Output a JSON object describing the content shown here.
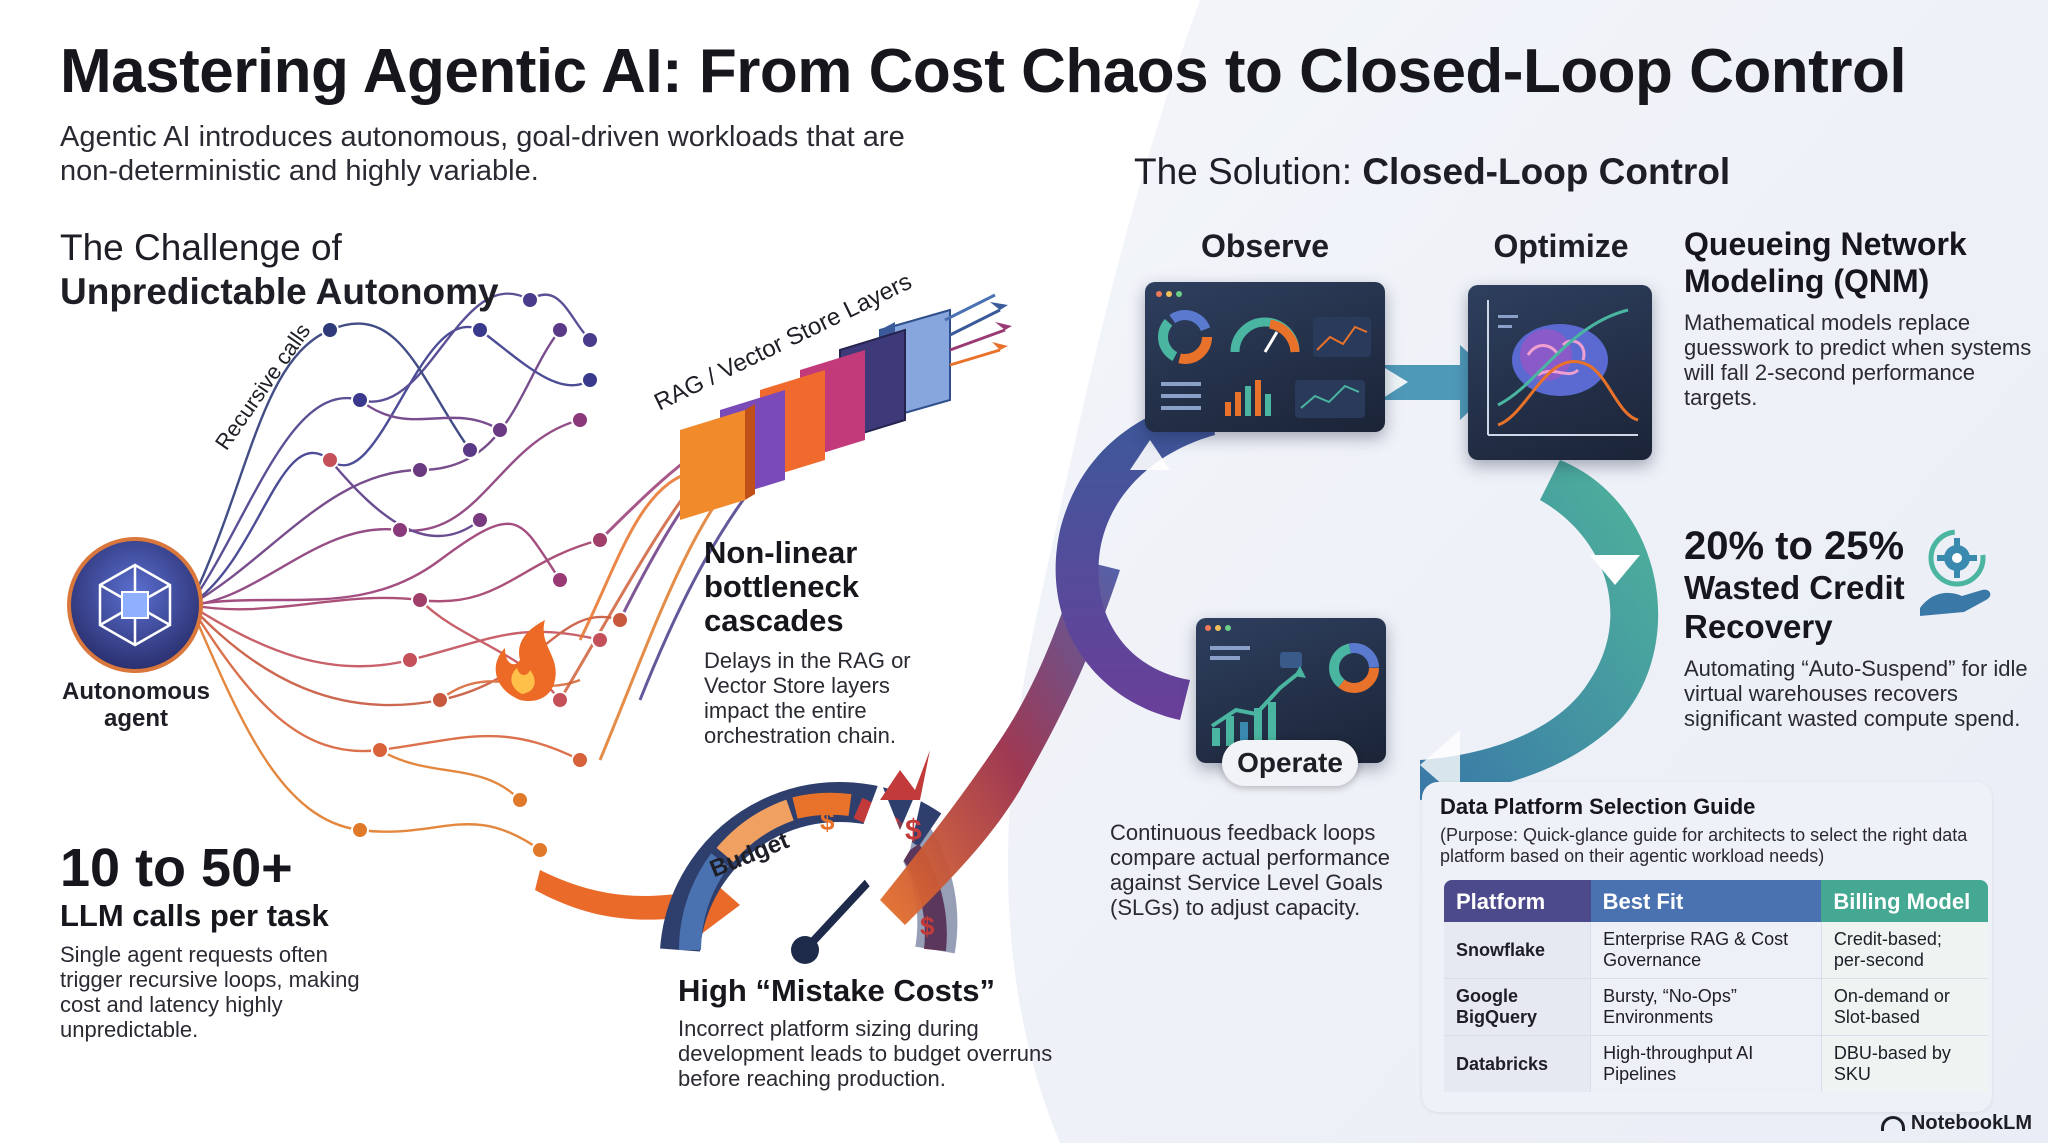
{
  "header": {
    "title": "Mastering Agentic AI: From Cost Chaos to Closed-Loop Control",
    "intro": "Agentic AI introduces autonomous, goal-driven workloads that are non-deterministic and highly variable."
  },
  "challenge": {
    "heading_light": "The Challenge of",
    "heading_bold": "Unpredictable Autonomy",
    "recursive_label": "Recursive calls",
    "agent_label": "Autonomous agent",
    "rag_label": "RAG / Vector Store Layers",
    "stat_big": "10 to 50+",
    "stat_sub": "LLM calls per task",
    "stat_body": "Single agent requests often trigger recursive loops, making cost and latency highly unpredictable.",
    "bottleneck_title": "Non-linear bottleneck cascades",
    "bottleneck_body": "Delays in the RAG or Vector Store layers impact the entire orchestration chain.",
    "budget_label": "Budget",
    "mistake_title": "High “Mistake Costs”",
    "mistake_body": "Incorrect platform sizing during development leads to budget overruns before reaching production."
  },
  "solution": {
    "heading_light": "The Solution: ",
    "heading_bold": "Closed-Loop Control",
    "steps": {
      "observe": "Observe",
      "optimize": "Optimize",
      "operate": "Operate"
    },
    "feedback_body": "Continuous feedback loops compare actual performance against Service Level Goals (SLGs) to adjust capacity.",
    "qnm_title": "Queueing Network Modeling (QNM)",
    "qnm_body": "Mathematical models replace guesswork to predict when systems will fall 2-second performance targets.",
    "recovery_big": "20% to 25%",
    "recovery_title": "Wasted Credit Recovery",
    "recovery_body": "Automating “Auto-Suspend” for idle virtual warehouses recovers significant wasted compute spend."
  },
  "guide": {
    "title": "Data Platform Selection Guide",
    "desc": "(Purpose: Quick-glance guide for architects to select the right data platform based on their agentic workload needs)",
    "columns": [
      "Platform",
      "Best Fit",
      "Billing Model"
    ],
    "rows": [
      [
        "Snowflake",
        "Enterprise RAG & Cost Governance",
        "Credit-based; per-second"
      ],
      [
        "Google BigQuery",
        "Bursty, “No-Ops” Environments",
        "On-demand or Slot-based"
      ],
      [
        "Databricks",
        "High-throughput AI Pipelines",
        "DBU-based by SKU"
      ]
    ]
  },
  "brand": "NotebookLM",
  "colors": {
    "purple": "#4d4a8c",
    "blue": "#4a72b0",
    "teal": "#44a892",
    "orange": "#e8722a"
  }
}
